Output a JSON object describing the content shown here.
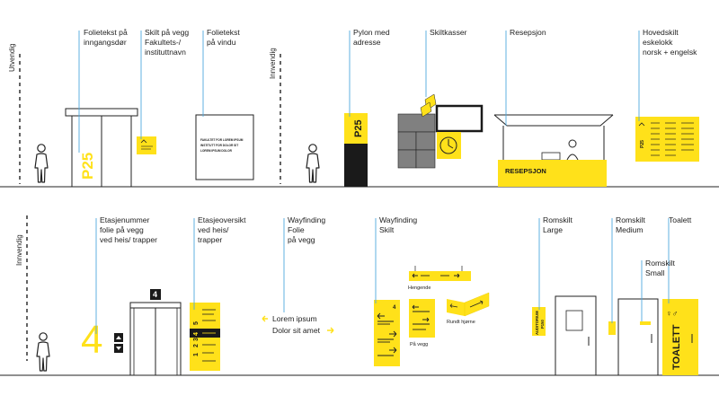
{
  "sections": {
    "top_left": "Utvendig",
    "top_mid": "Innvendig",
    "bottom_left": "Innvendig"
  },
  "callouts": [
    {
      "lines": [
        "Folietekst på",
        "inngangsdør"
      ]
    },
    {
      "lines": [
        "Skilt på vegg",
        "Fakultets-/",
        "instituttnavn"
      ]
    },
    {
      "lines": [
        "Folietekst",
        "på vindu"
      ]
    },
    {
      "lines": [
        "Pylon med",
        "adresse"
      ]
    },
    {
      "lines": [
        "Skiltkasser"
      ]
    },
    {
      "lines": [
        "Resepsjon"
      ]
    },
    {
      "lines": [
        "Hovedskilt",
        "eskelokk",
        "norsk + engelsk"
      ]
    },
    {
      "lines": [
        "Etasjenummer",
        "folie på vegg",
        "ved heis/ trapper"
      ]
    },
    {
      "lines": [
        "Etasjeoversikt",
        "ved heis/",
        "trapper"
      ]
    },
    {
      "lines": [
        "Wayfinding",
        "Folie",
        "på vegg"
      ]
    },
    {
      "lines": [
        "Wayfinding",
        "Skilt"
      ]
    },
    {
      "lines": [
        "Romskilt",
        "Large"
      ]
    },
    {
      "lines": [
        "Romskilt",
        "Medium"
      ]
    },
    {
      "lines": [
        "Romskilt",
        "Small"
      ]
    },
    {
      "lines": [
        "Toalett"
      ]
    }
  ],
  "signs": {
    "door_number": "P25",
    "pylon_number": "P25",
    "window_text": [
      "FAKULTET FOR LOREM IPSUM",
      "INSTITUTT FOR DOLOR SIT",
      "LOREM IPSUM DOLOR"
    ],
    "reception": "RESEPSJON",
    "directory_number": "P25",
    "floor_number": "4",
    "floor_badge": "4",
    "floor_list": [
      "1",
      "2",
      "3",
      "4",
      "5"
    ],
    "wall_wayfinding": [
      "Lorem ipsum",
      "Dolor sit amet"
    ],
    "wayfinding_sign_number": "4",
    "hanging_label": "Hengende",
    "wall_label": "På vegg",
    "corner_label": "Rundt hjørne",
    "room_large": [
      "AUDITORIUM",
      "P150"
    ],
    "toilet": "TOALETT"
  },
  "colors": {
    "accent": "#ffe11a",
    "leader": "#4ea8de",
    "ink": "#1a1a1a",
    "grey": "#7f7f7f"
  },
  "icons": [
    "person-icon",
    "clock-icon",
    "toilet-gender-icon",
    "arrow-left-icon",
    "arrow-right-icon",
    "elevator-up-icon",
    "elevator-down-icon"
  ]
}
